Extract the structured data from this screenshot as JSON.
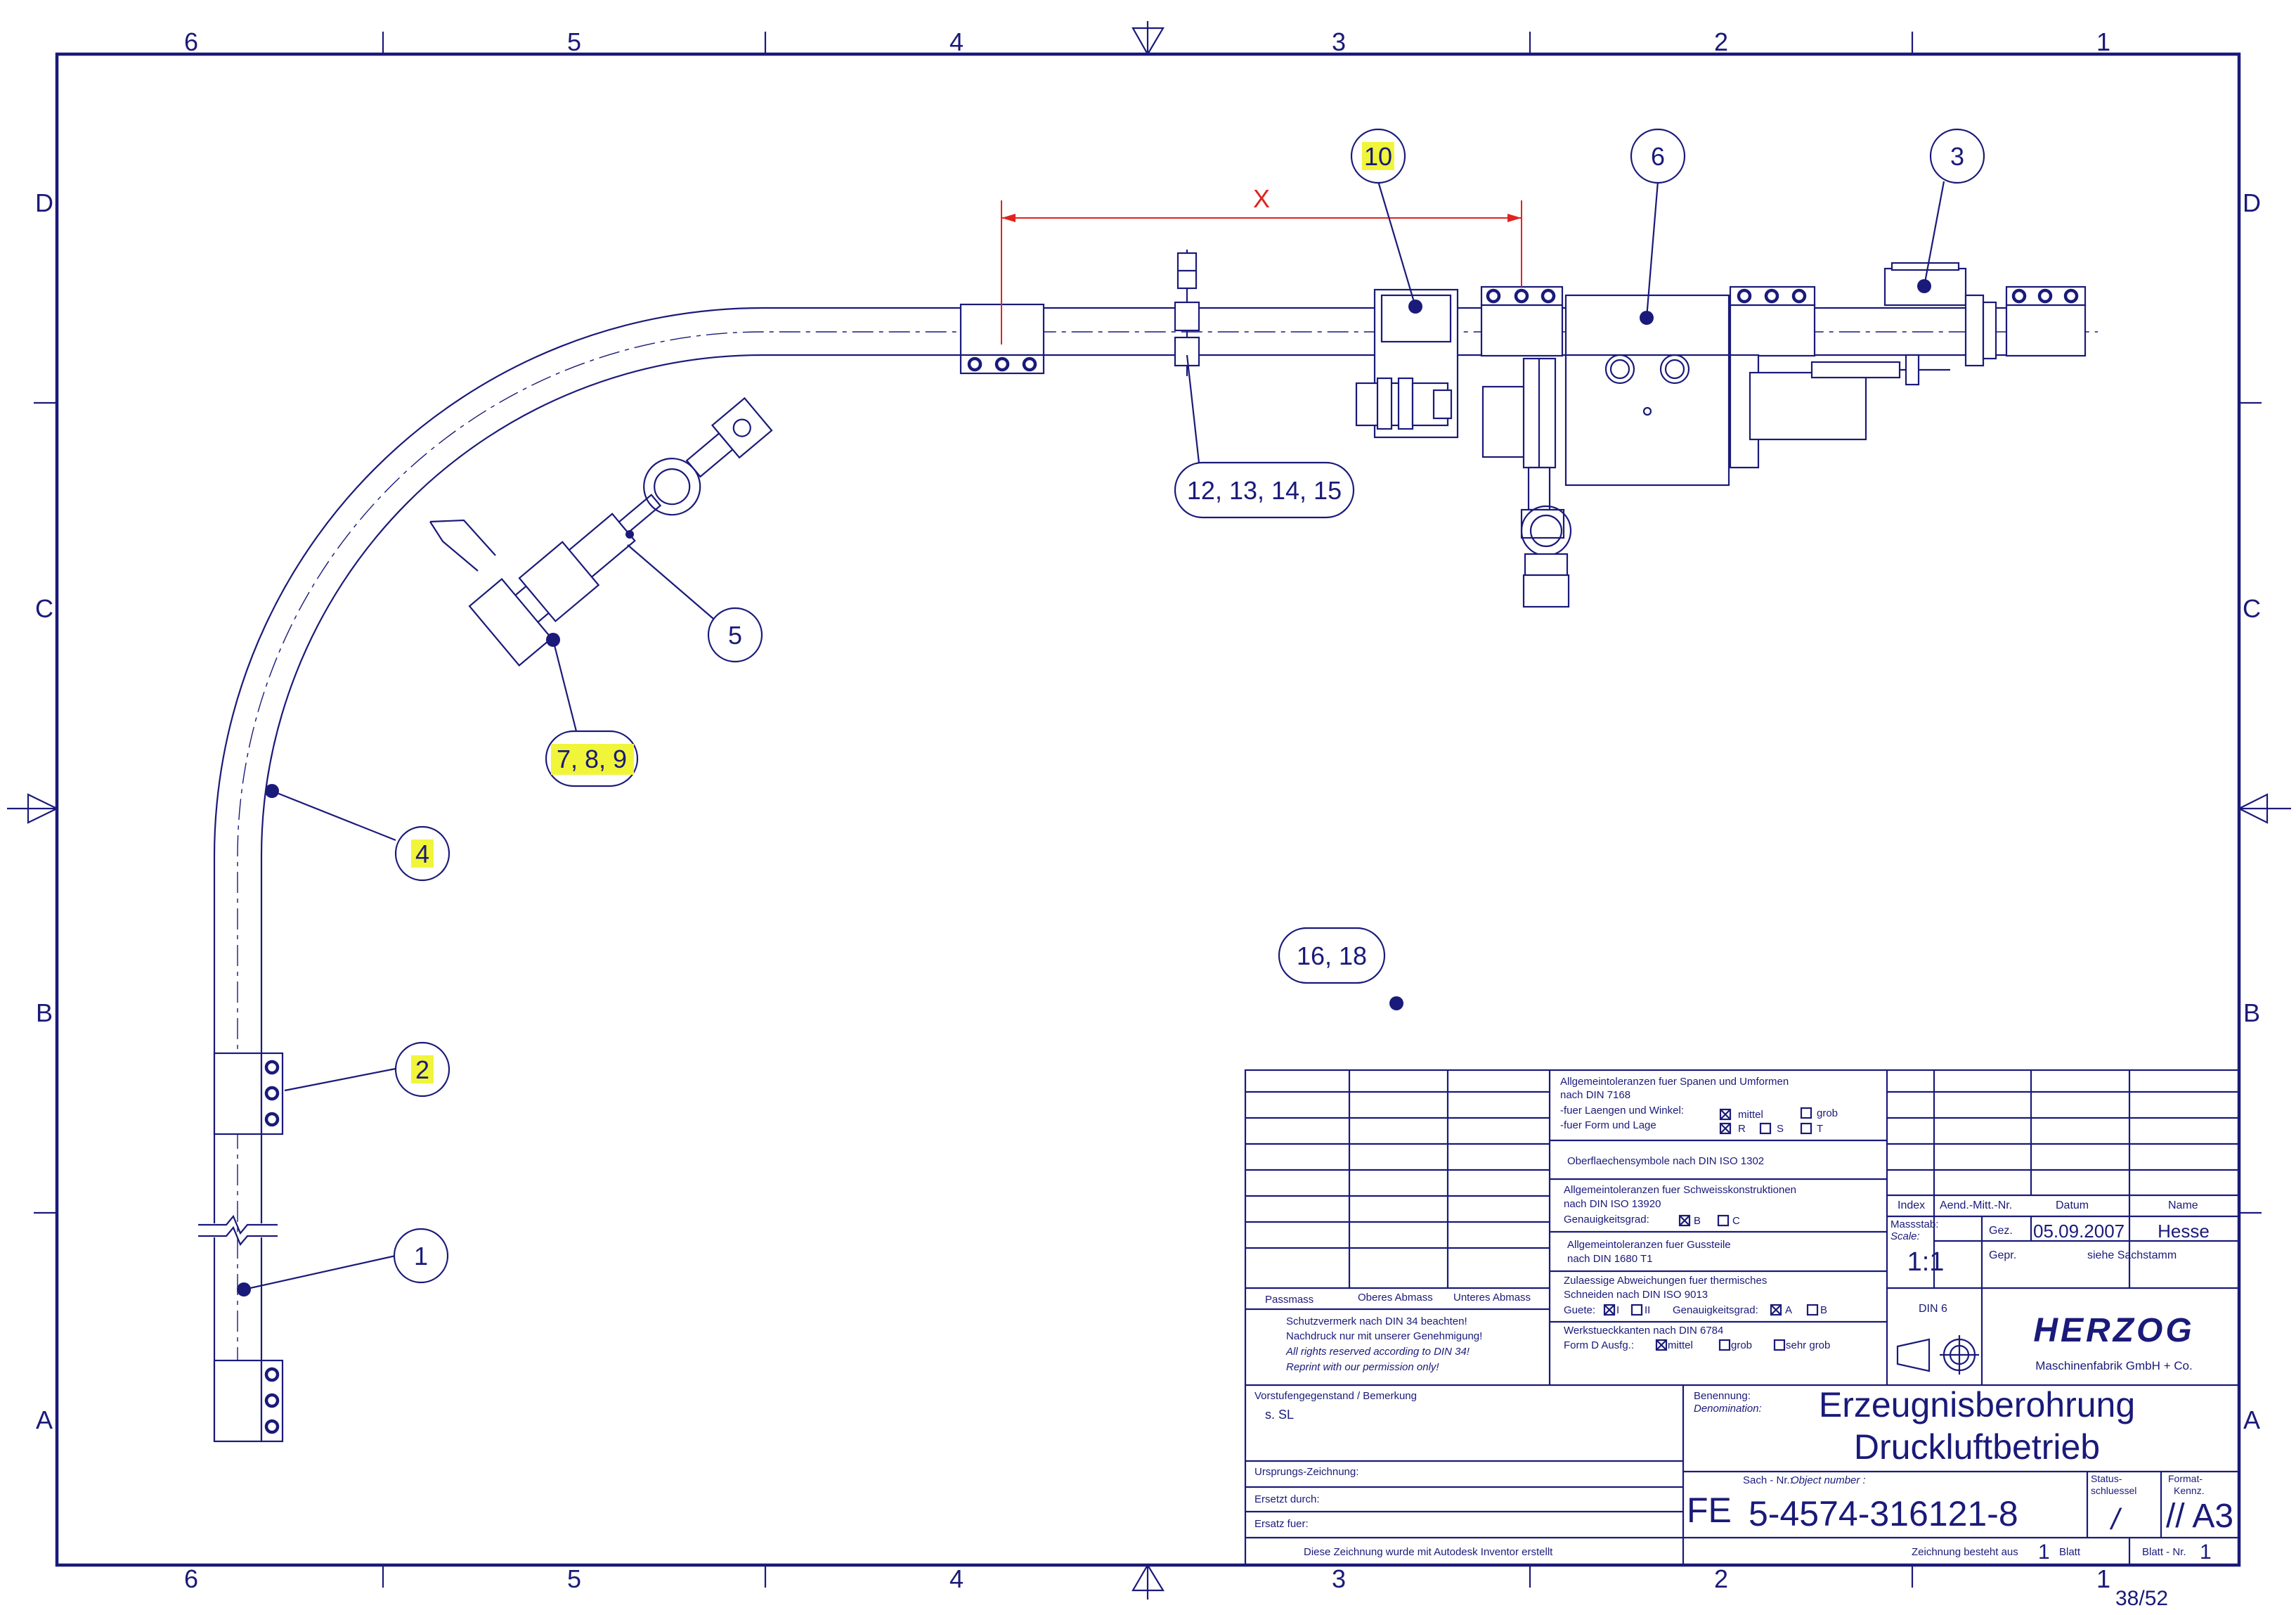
{
  "frame": {
    "col_labels": [
      "6",
      "5",
      "4",
      "3",
      "2",
      "1"
    ],
    "row_labels": [
      "D",
      "C",
      "B",
      "A"
    ]
  },
  "dimension": {
    "label": "X"
  },
  "callouts": [
    {
      "id": "c10",
      "text": "10",
      "highlight": true
    },
    {
      "id": "c6",
      "text": "6",
      "highlight": false
    },
    {
      "id": "c3",
      "text": "3",
      "highlight": false
    },
    {
      "id": "c12",
      "text": "12, 13, 14, 15",
      "highlight": false
    },
    {
      "id": "c5",
      "text": "5",
      "highlight": false
    },
    {
      "id": "c789",
      "text": "7, 8, 9",
      "highlight": true
    },
    {
      "id": "c4",
      "text": "4",
      "highlight": true
    },
    {
      "id": "c1618",
      "text": "16,  18",
      "highlight": false
    },
    {
      "id": "c2",
      "text": "2",
      "highlight": true
    },
    {
      "id": "c1",
      "text": "1",
      "highlight": false
    }
  ],
  "title_block": {
    "tolerances_spanen": [
      "Allgemeintoleranzen fuer Spanen und Umformen",
      "nach DIN 7168",
      "-fuer Laengen und Winkel:",
      "-fuer Form und Lage"
    ],
    "opt_mittel": "mittel",
    "opt_grob": "grob",
    "opt_R": "R",
    "opt_S": "S",
    "opt_T": "T",
    "oberflaeche": "Oberflaechensymbole nach DIN ISO 1302",
    "schweiss": [
      "Allgemeintoleranzen fuer Schweisskonstruktionen",
      "nach DIN ISO 13920",
      "Genauigkeitsgrad:"
    ],
    "opt_B": "B",
    "opt_C": "C",
    "guss": [
      "Allgemeintoleranzen fuer Gussteile",
      "nach DIN 1680 T1"
    ],
    "thermisch": [
      "Zulaessige Abweichungen fuer thermisches",
      "Schneiden nach DIN ISO 9013",
      "Guete:",
      "Genauigkeitsgrad:"
    ],
    "opt_I": "I",
    "opt_II": "II",
    "opt_A": "A",
    "opt_B2": "B",
    "werkstueck": [
      "Werkstueckkanten nach DIN 6784",
      "Form D  Ausfg.:"
    ],
    "opt_mittel2": "mittel",
    "opt_grob2": "grob",
    "opt_sehrgrob": "sehr grob",
    "passmass": "Passmass",
    "oberes": "Oberes Abmass",
    "unteres": "Unteres Abmass",
    "schutz": [
      "Schutzvermerk nach DIN 34 beachten!",
      "Nachdruck nur mit unserer Genehmigung!",
      "All rights reserved according to DIN 34!",
      "Reprint with our permission only!"
    ],
    "index": "Index",
    "aend": "Aend.-Mitt.-Nr.",
    "datum": "Datum",
    "name": "Name",
    "massstab": "Massstab:",
    "scale": "Scale:",
    "scale_val": "1:1",
    "gez": "Gez.",
    "gez_date": "05.09.2007",
    "gez_name": "Hesse",
    "gepr": "Gepr.",
    "gepr_val": "siehe Sachstamm",
    "din6": "DIN 6",
    "company": "HERZOG",
    "company_sub": "Maschinenfabrik GmbH + Co.",
    "vorstufe": "Vorstufengegenstand / Bemerkung",
    "vorstufe_val": "s. SL",
    "benennung": "Benennung:",
    "denomination": "Denomination:",
    "title1": "Erzeugnisberohrung",
    "title2": "Druckluftbetrieb",
    "ursprung": "Ursprungs-Zeichnung:",
    "ersetzt": "Ersetzt durch:",
    "ersatz": "Ersatz fuer:",
    "sachnr": "Sach - Nr.:",
    "objectnr": "Object number :",
    "prefix": "FE",
    "number": "5-4574-316121-8",
    "status": [
      "Status-",
      "schluessel"
    ],
    "status_val": "/",
    "format": [
      "Format-",
      "Kennz."
    ],
    "format_val": "// A3",
    "inventor": "Diese Zeichnung wurde mit Autodesk Inventor erstellt",
    "besteht": "Zeichnung besteht aus",
    "besteht_val": "1",
    "blatt": "Blatt",
    "blattnr": "Blatt - Nr.",
    "blattnr_val": "1"
  },
  "page_counter": "38/52"
}
